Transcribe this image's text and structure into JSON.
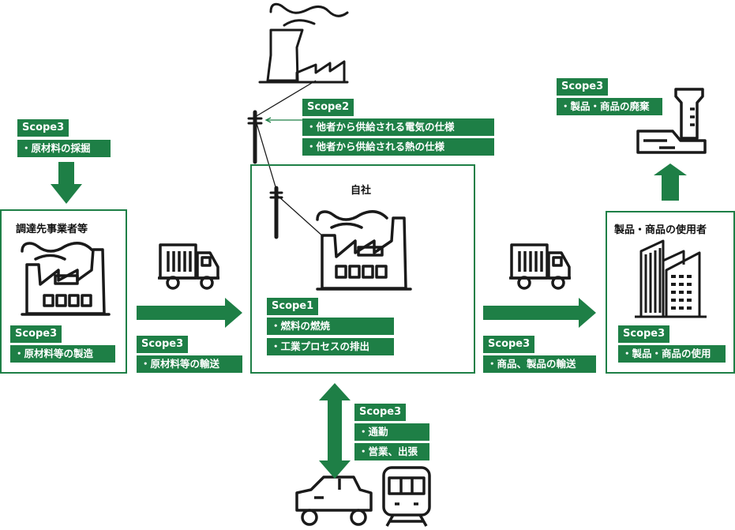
{
  "company": {
    "title": "自社",
    "scope": "Scope1",
    "items": [
      "・燃料の燃焼",
      "・工業プロセスの排出"
    ]
  },
  "supplier": {
    "title": "調達先事業者等",
    "scope": "Scope3",
    "items": [
      "・原材料等の製造"
    ]
  },
  "user": {
    "title": "製品・商品の使用者",
    "scope": "Scope3",
    "items": [
      "・製品・商品の使用"
    ]
  },
  "raw_material": {
    "scope": "Scope3",
    "items": [
      "・原材料の採掘"
    ]
  },
  "electricity": {
    "scope": "Scope2",
    "items": [
      "・他者から供給される電気の仕様",
      "・他者から供給される熱の仕様"
    ]
  },
  "disposal": {
    "scope": "Scope3",
    "items": [
      "・製品・商品の廃棄"
    ]
  },
  "inbound_transport": {
    "scope": "Scope3",
    "items": [
      "・原材料等の輸送"
    ]
  },
  "outbound_transport": {
    "scope": "Scope3",
    "items": [
      "・商品、製品の輸送"
    ]
  },
  "commute": {
    "scope": "Scope3",
    "items": [
      "・通勤",
      "・営業、出張"
    ]
  },
  "colors": {
    "accent": "#1e7f46",
    "ink": "#1a1a1a",
    "background": "#ffffff"
  },
  "icons": [
    "factory-icon",
    "power-plant-icon",
    "utility-pole-icon",
    "truck-icon",
    "building-icon",
    "incinerator-icon",
    "car-icon",
    "train-icon",
    "arrow-icon"
  ]
}
